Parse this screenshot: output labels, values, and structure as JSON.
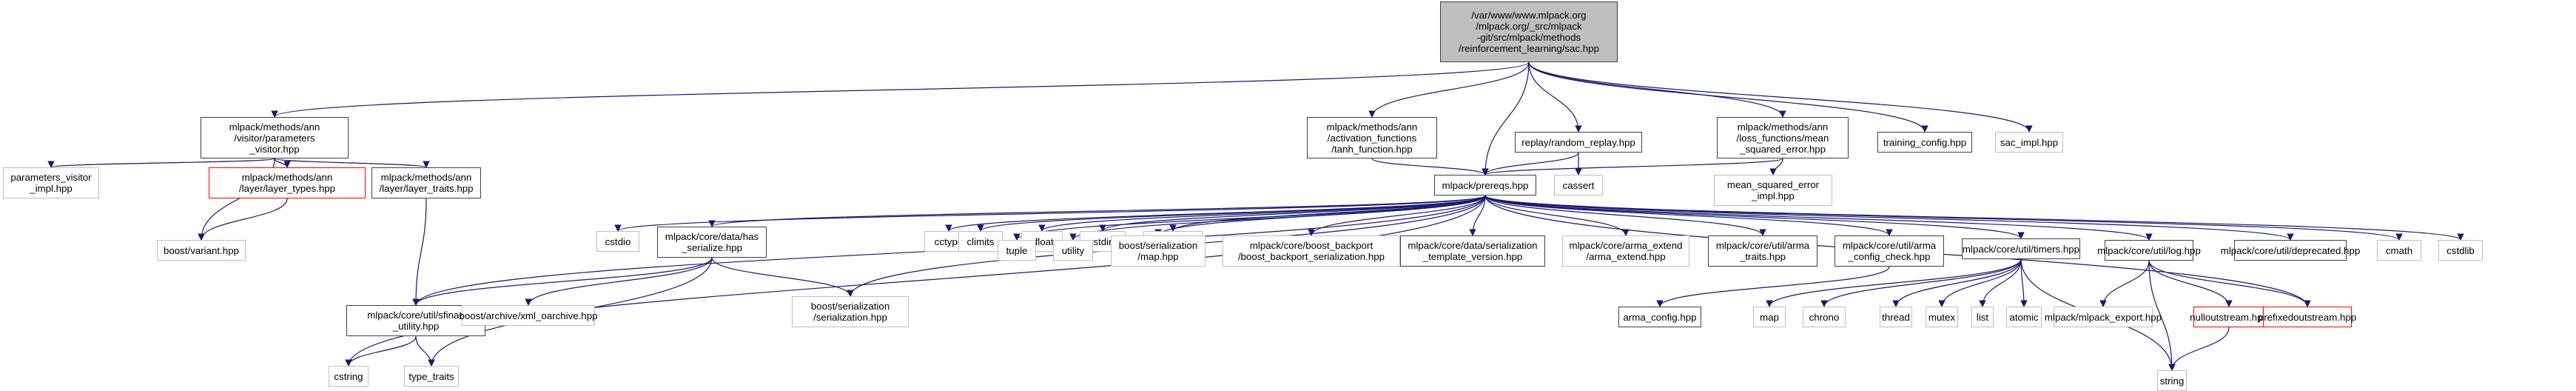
{
  "title": "Include dependency graph for sac.hpp",
  "colors": {
    "edge": "#191970",
    "internal_border": "#404040",
    "external_border": "#bfbfbf",
    "missing_border": "#ff0000",
    "root_fill": "#bfbfbf"
  },
  "nodes": [
    {
      "id": "root",
      "label": "/var/www/www.mlpack.org\n/mlpack.org/_src/mlpack\n-git/src/mlpack/methods\n/reinforcement_learning/sac.hpp",
      "kind": "root"
    },
    {
      "id": "pv",
      "label": "mlpack/methods/ann\n/visitor/parameters\n_visitor.hpp",
      "kind": "internal"
    },
    {
      "id": "tanh",
      "label": "mlpack/methods/ann\n/activation_functions\n/tanh_function.hpp",
      "kind": "internal"
    },
    {
      "id": "rr",
      "label": "replay/random_replay.hpp",
      "kind": "internal"
    },
    {
      "id": "mse",
      "label": "mlpack/methods/ann\n/loss_functions/mean\n_squared_error.hpp",
      "kind": "internal"
    },
    {
      "id": "tc",
      "label": "training_config.hpp",
      "kind": "internal"
    },
    {
      "id": "sacimpl",
      "label": "sac_impl.hpp",
      "kind": "external"
    },
    {
      "id": "pvimpl",
      "label": "parameters_visitor\n_impl.hpp",
      "kind": "external"
    },
    {
      "id": "lt",
      "label": "mlpack/methods/ann\n/layer/layer_types.hpp",
      "kind": "red"
    },
    {
      "id": "ltr",
      "label": "mlpack/methods/ann\n/layer/layer_traits.hpp",
      "kind": "internal"
    },
    {
      "id": "variant",
      "label": "boost/variant.hpp",
      "kind": "external"
    },
    {
      "id": "prereqs",
      "label": "mlpack/prereqs.hpp",
      "kind": "internal"
    },
    {
      "id": "cassert",
      "label": "cassert",
      "kind": "external"
    },
    {
      "id": "mseimpl",
      "label": "mean_squared_error\n_impl.hpp",
      "kind": "external"
    },
    {
      "id": "cstdio",
      "label": "cstdio",
      "kind": "external"
    },
    {
      "id": "hasser",
      "label": "mlpack/core/data/has\n_serialize.hpp",
      "kind": "internal"
    },
    {
      "id": "cctype",
      "label": "cctype",
      "kind": "external"
    },
    {
      "id": "climits",
      "label": "climits",
      "kind": "external"
    },
    {
      "id": "cfloat",
      "label": "cfloat",
      "kind": "external"
    },
    {
      "id": "cstdint",
      "label": "cstdint",
      "kind": "external"
    },
    {
      "id": "stdexcept",
      "label": "stdexcept",
      "kind": "external"
    },
    {
      "id": "tuple",
      "label": "tuple",
      "kind": "external"
    },
    {
      "id": "utility",
      "label": "utility",
      "kind": "external"
    },
    {
      "id": "bsmap",
      "label": "boost/serialization\n/map.hpp",
      "kind": "external"
    },
    {
      "id": "bbs",
      "label": "mlpack/core/boost_backport\n/boost_backport_serialization.hpp",
      "kind": "external"
    },
    {
      "id": "stv",
      "label": "mlpack/core/data/serialization\n_template_version.hpp",
      "kind": "internal"
    },
    {
      "id": "ae",
      "label": "mlpack/core/arma_extend\n/arma_extend.hpp",
      "kind": "external"
    },
    {
      "id": "at",
      "label": "mlpack/core/util/arma\n_traits.hpp",
      "kind": "internal"
    },
    {
      "id": "acc",
      "label": "mlpack/core/util/arma\n_config_check.hpp",
      "kind": "internal"
    },
    {
      "id": "timers",
      "label": "mlpack/core/util/timers.hpp",
      "kind": "internal"
    },
    {
      "id": "log",
      "label": "mlpack/core/util/log.hpp",
      "kind": "internal"
    },
    {
      "id": "depr",
      "label": "mlpack/core/util/deprecated.hpp",
      "kind": "internal"
    },
    {
      "id": "cmath",
      "label": "cmath",
      "kind": "external"
    },
    {
      "id": "cstdlib",
      "label": "cstdlib",
      "kind": "external"
    },
    {
      "id": "sfinae",
      "label": "mlpack/core/util/sfinae\n_utility.hpp",
      "kind": "internal"
    },
    {
      "id": "xmlo",
      "label": "boost/archive/xml_oarchive.hpp",
      "kind": "external"
    },
    {
      "id": "bser",
      "label": "boost/serialization\n/serialization.hpp",
      "kind": "external"
    },
    {
      "id": "armacfg",
      "label": "arma_config.hpp",
      "kind": "internal"
    },
    {
      "id": "map",
      "label": "map",
      "kind": "external"
    },
    {
      "id": "chrono",
      "label": "chrono",
      "kind": "external"
    },
    {
      "id": "thread",
      "label": "thread",
      "kind": "external"
    },
    {
      "id": "mutex",
      "label": "mutex",
      "kind": "external"
    },
    {
      "id": "list",
      "label": "list",
      "kind": "external"
    },
    {
      "id": "atomic",
      "label": "atomic",
      "kind": "external"
    },
    {
      "id": "export",
      "label": "mlpack/mlpack_export.hpp",
      "kind": "external"
    },
    {
      "id": "nullos",
      "label": "nulloutstream.hpp",
      "kind": "red"
    },
    {
      "id": "prefos",
      "label": "prefixedoutstream.hpp",
      "kind": "red"
    },
    {
      "id": "cstring",
      "label": "cstring",
      "kind": "external"
    },
    {
      "id": "typetraits",
      "label": "type_traits",
      "kind": "external"
    },
    {
      "id": "string",
      "label": "string",
      "kind": "external"
    }
  ],
  "edges": [
    [
      "root",
      "pv"
    ],
    [
      "root",
      "tanh"
    ],
    [
      "root",
      "prereqs"
    ],
    [
      "root",
      "rr"
    ],
    [
      "root",
      "mse"
    ],
    [
      "root",
      "tc"
    ],
    [
      "root",
      "sacimpl"
    ],
    [
      "pv",
      "pvimpl"
    ],
    [
      "pv",
      "variant"
    ],
    [
      "pv",
      "lt"
    ],
    [
      "pv",
      "ltr"
    ],
    [
      "lt",
      "variant"
    ],
    [
      "ltr",
      "sfinae"
    ],
    [
      "tanh",
      "prereqs"
    ],
    [
      "rr",
      "prereqs"
    ],
    [
      "rr",
      "cassert"
    ],
    [
      "mse",
      "prereqs"
    ],
    [
      "mse",
      "mseimpl"
    ],
    [
      "prereqs",
      "cstdio"
    ],
    [
      "prereqs",
      "hasser"
    ],
    [
      "prereqs",
      "cctype"
    ],
    [
      "prereqs",
      "climits"
    ],
    [
      "prereqs",
      "cfloat"
    ],
    [
      "prereqs",
      "cstdint"
    ],
    [
      "prereqs",
      "stdexcept"
    ],
    [
      "prereqs",
      "tuple"
    ],
    [
      "prereqs",
      "utility"
    ],
    [
      "prereqs",
      "bsmap"
    ],
    [
      "prereqs",
      "bbs"
    ],
    [
      "prereqs",
      "stv"
    ],
    [
      "prereqs",
      "ae"
    ],
    [
      "prereqs",
      "at"
    ],
    [
      "prereqs",
      "acc"
    ],
    [
      "prereqs",
      "timers"
    ],
    [
      "prereqs",
      "log"
    ],
    [
      "prereqs",
      "depr"
    ],
    [
      "prereqs",
      "cmath"
    ],
    [
      "prereqs",
      "cstdlib"
    ],
    [
      "prereqs",
      "cstring"
    ],
    [
      "prereqs",
      "bser"
    ],
    [
      "prereqs",
      "sfinae"
    ],
    [
      "prereqs",
      "prefos"
    ],
    [
      "hasser",
      "sfinae"
    ],
    [
      "hasser",
      "xmlo"
    ],
    [
      "hasser",
      "bser"
    ],
    [
      "hasser",
      "typetraits"
    ],
    [
      "sfinae",
      "cstring"
    ],
    [
      "sfinae",
      "typetraits"
    ],
    [
      "acc",
      "armacfg"
    ],
    [
      "timers",
      "map"
    ],
    [
      "timers",
      "chrono"
    ],
    [
      "timers",
      "thread"
    ],
    [
      "timers",
      "mutex"
    ],
    [
      "timers",
      "list"
    ],
    [
      "timers",
      "atomic"
    ],
    [
      "timers",
      "string"
    ],
    [
      "log",
      "export"
    ],
    [
      "log",
      "string"
    ],
    [
      "log",
      "nullos"
    ],
    [
      "log",
      "prefos"
    ],
    [
      "nullos",
      "string"
    ]
  ]
}
